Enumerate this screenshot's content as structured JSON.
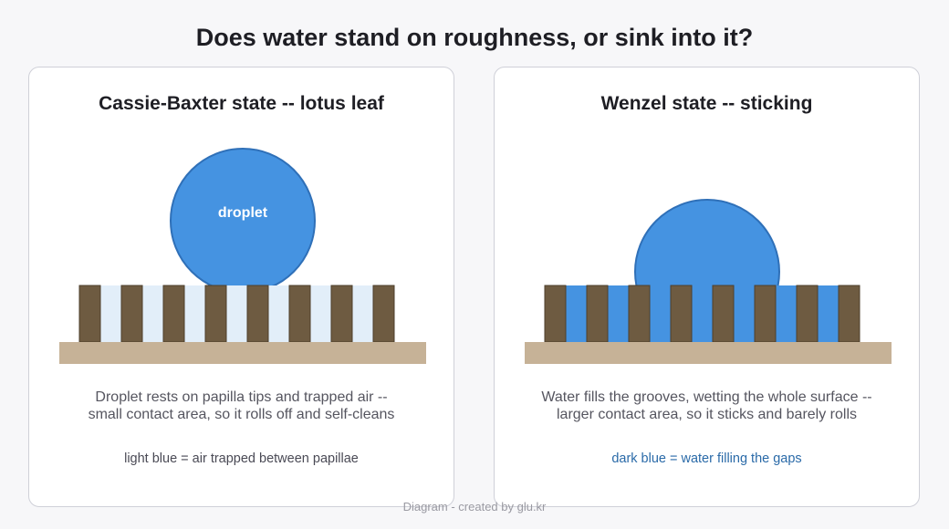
{
  "title": "Does water stand on roughness, or sink into it?",
  "panels": [
    {
      "title": "Cassie-Baxter state -- lotus leaf",
      "droplet_label": "droplet",
      "description": [
        "Droplet rests on papilla tips and trapped air --",
        "small contact area, so it rolls off and self-cleans"
      ],
      "legend": "light blue = air trapped between papillae"
    },
    {
      "title": "Wenzel state -- sticking",
      "description": [
        "Water fills the grooves, wetting the whole surface --",
        "larger contact area, so it sticks and barely rolls"
      ],
      "legend": "dark blue = water filling the gaps"
    }
  ],
  "footer": "Diagram - created by glu.kr",
  "colors": {
    "water": "#4593e1",
    "water_stroke": "#2f70b8",
    "air": "#e2eef9",
    "papilla": "#6e5b41",
    "substrate": "#c6b297"
  }
}
